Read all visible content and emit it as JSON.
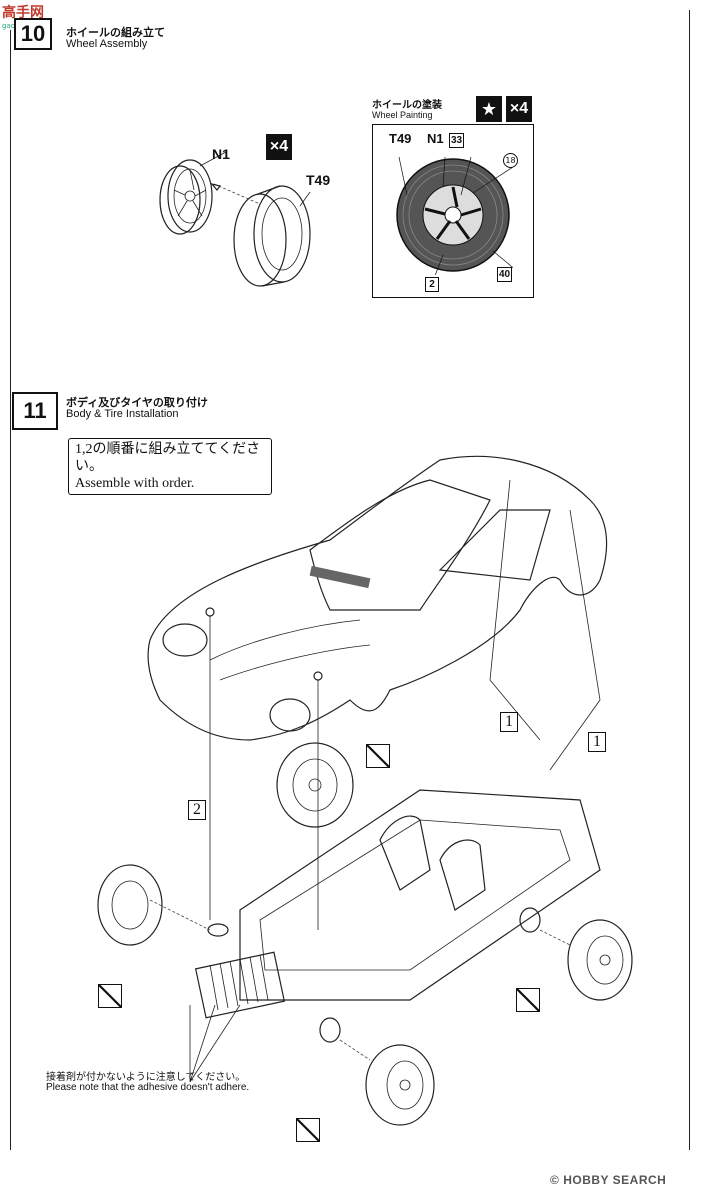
{
  "watermark_top": {
    "logo": "高手网",
    "site": "gaoshou.net"
  },
  "step10": {
    "number": "10",
    "title_jp": "ホイールの組み立て",
    "title_en": "Wheel Assembly",
    "part_wheel": "N1",
    "part_tire": "T49",
    "quantity": "×4",
    "painting": {
      "title_jp": "ホイールの塗装",
      "title_en": "Wheel Painting",
      "quantity": "×4",
      "labels": [
        "T49",
        "N1"
      ],
      "color_codes": {
        "top": "33",
        "right_top": "18",
        "right_bottom": "40",
        "bottom": "2"
      }
    }
  },
  "step11": {
    "number": "11",
    "title_jp": "ボディ及びタイヤの取り付け",
    "title_en": "Body & Tire Installation",
    "note_jp": "1,2の順番に組み立ててください。",
    "note_en": "Assemble with order.",
    "order_labels": [
      "1",
      "1",
      "2"
    ],
    "caution_jp": "接着剤が付かないように注意してください。",
    "caution_en": "Please note that the adhesive doesn't adhere."
  },
  "watermark_bottom": "HOBBY SEARCH",
  "copyright": "©"
}
